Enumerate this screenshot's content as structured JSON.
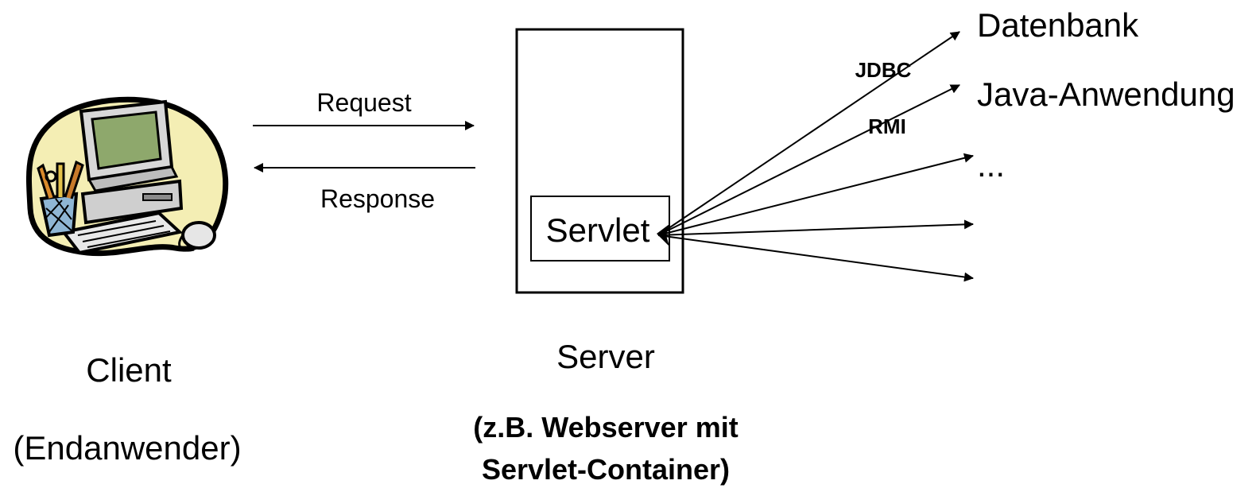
{
  "client": {
    "title": "Client",
    "subtitle": "(Endanwender)"
  },
  "server": {
    "title": "Server",
    "caption_line1": "(z.B. Webserver mit",
    "caption_line2": "Servlet-Container)",
    "servlet_label": "Servlet"
  },
  "arrows": {
    "request": "Request",
    "response": "Response"
  },
  "connections": {
    "jdbc": "JDBC",
    "rmi": "RMI"
  },
  "targets": {
    "database": "Datenbank",
    "java_app": "Java-Anwendung",
    "more": "..."
  }
}
